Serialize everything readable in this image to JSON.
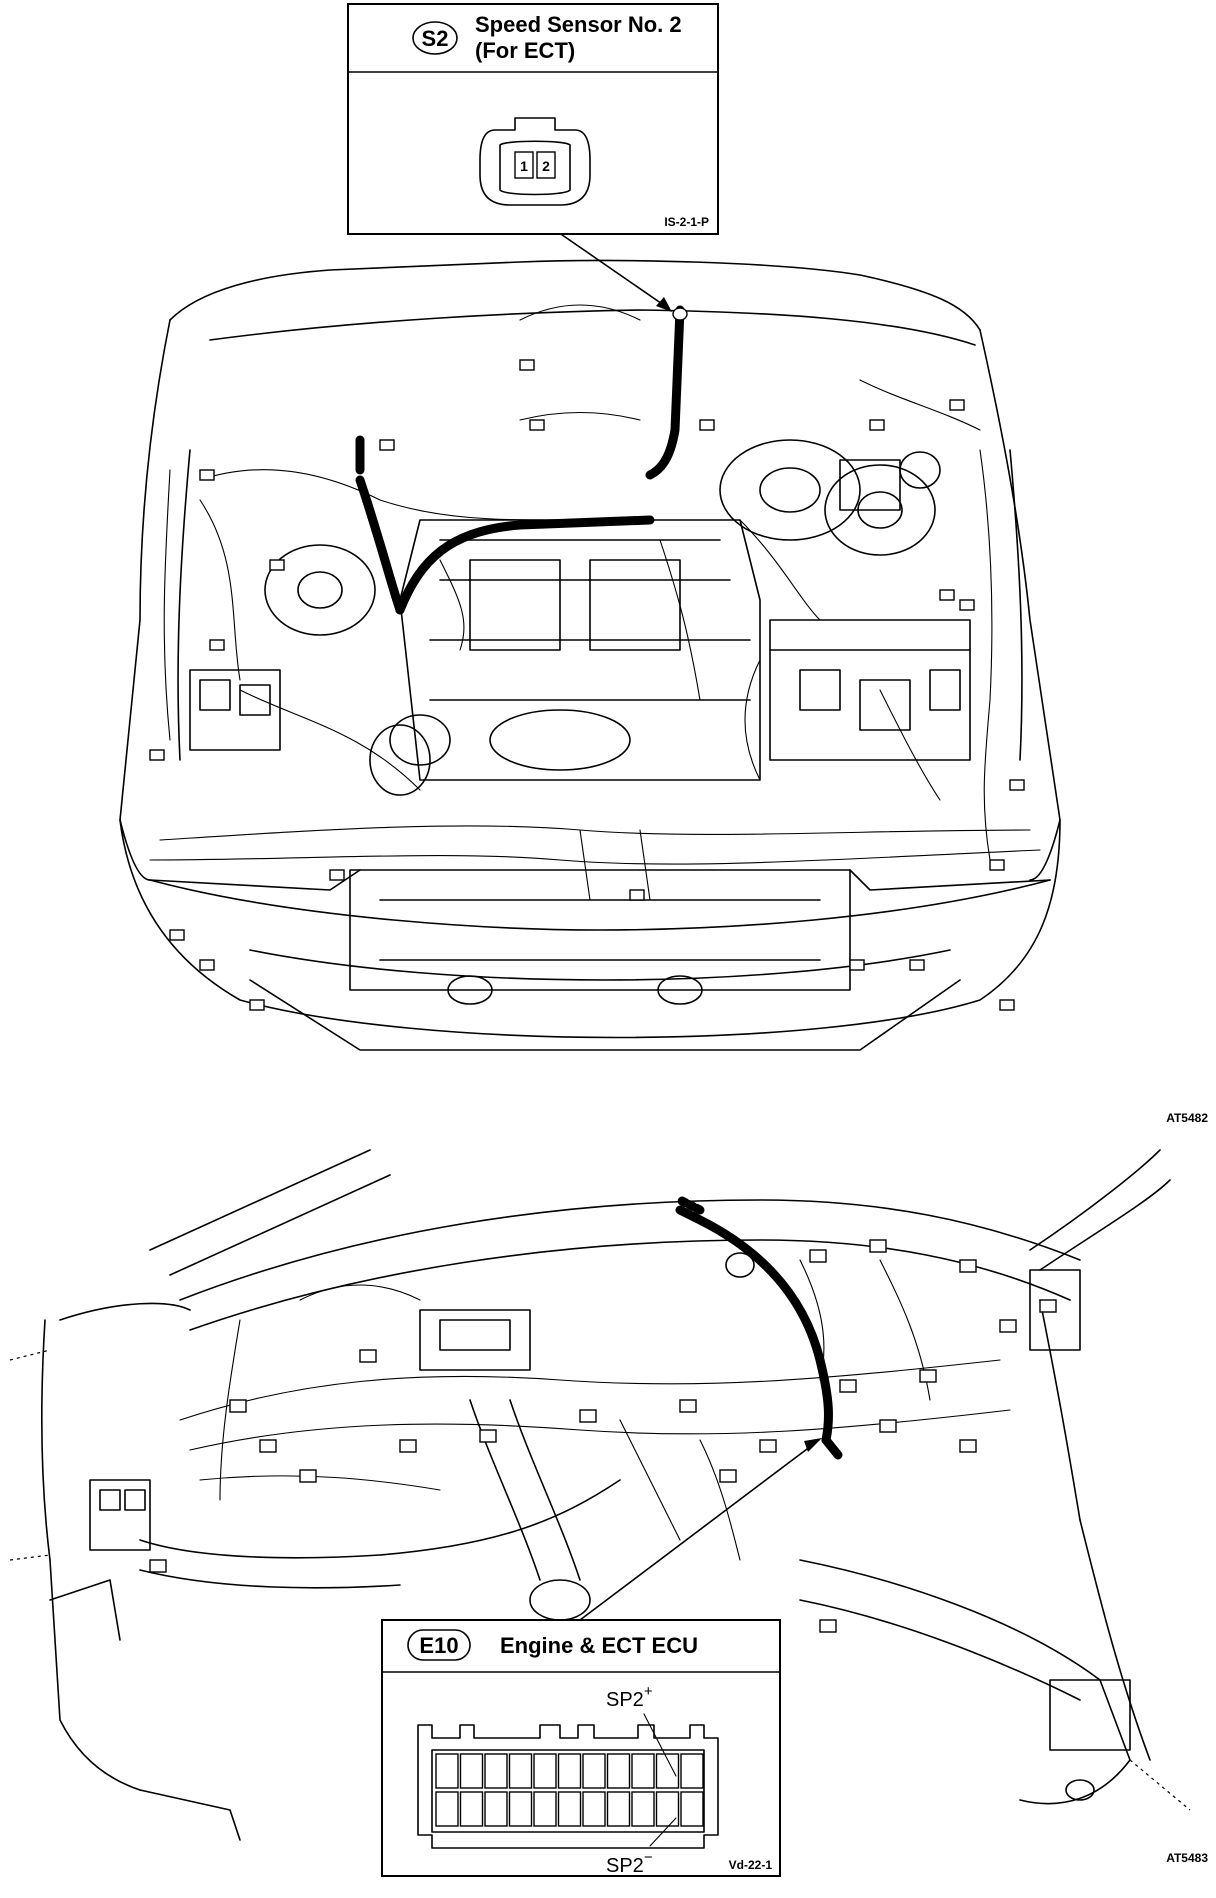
{
  "connector_s2": {
    "code": "S2",
    "title_line1": "Speed Sensor No. 2",
    "title_line2": "(For ECT)",
    "pin1": "1",
    "pin2": "2",
    "ref": "IS-2-1-P"
  },
  "engine_figure": {
    "ref": "AT5482"
  },
  "connector_e10": {
    "code": "E10",
    "title": "Engine & ECT ECU",
    "pin_top": "SP2",
    "pin_top_sign": "+",
    "pin_bottom": "SP2",
    "pin_bottom_sign": "−",
    "ref": "Vd-22-1"
  },
  "dash_figure": {
    "ref": "AT5483"
  }
}
